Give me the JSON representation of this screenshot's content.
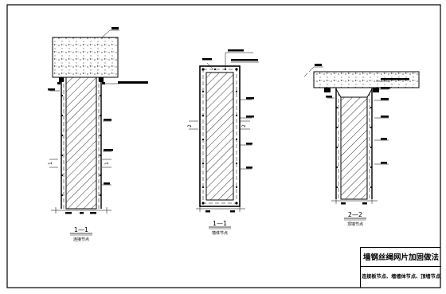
{
  "drawing": {
    "title": "墙钢丝绳网片加固做法",
    "subtitle": "连接板节点、墙墙体节点、顶墙节点",
    "sections": [
      {
        "id": "1-1",
        "label": "1—1",
        "caption": "连接节点"
      },
      {
        "id": "1-1b",
        "label": "1—1",
        "caption": "墙体节点"
      },
      {
        "id": "2-2",
        "label": "2—2",
        "caption": "顶墙节点"
      }
    ],
    "cut_mark_left": "1",
    "cut_mark_mid": "2",
    "colors": {
      "line": "#000000",
      "background": "#ffffff"
    }
  }
}
